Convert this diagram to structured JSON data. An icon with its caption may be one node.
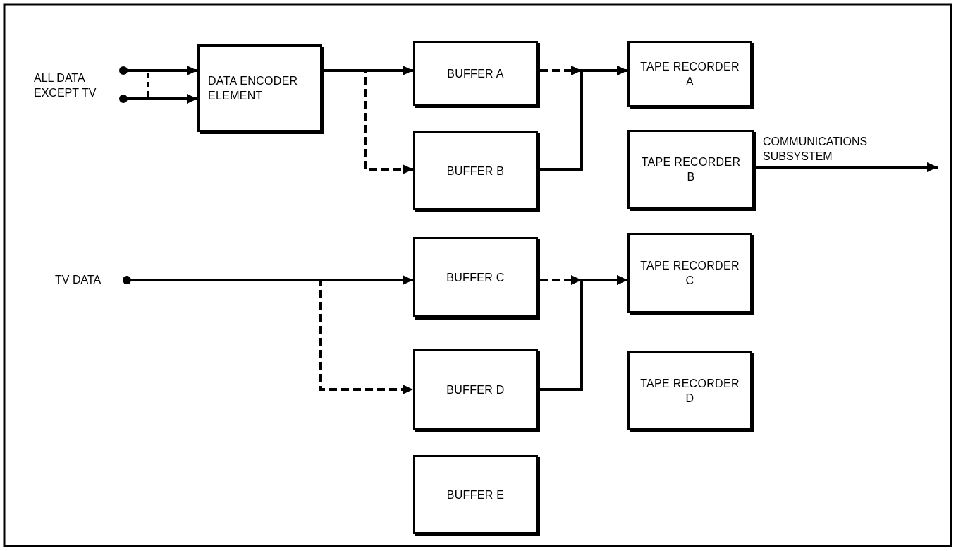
{
  "diagram": {
    "nodes": [
      {
        "text": [],
        "shape": "circle",
        "beside": [
          "ALL DATA EXCEPT TV"
        ]
      },
      {
        "text": [],
        "shape": "circle"
      },
      {
        "text": [
          "DATA ENCODER ELEMENT"
        ]
      },
      {
        "text": [
          "BUFFER A"
        ]
      },
      {
        "text": [
          "BUFFER B"
        ]
      },
      {
        "text": [
          "TAPE RECORDER A"
        ]
      },
      {
        "text": [
          "TAPE RECORDER B"
        ]
      },
      {
        "text": [],
        "shape": "circle",
        "beside": [
          "TV DATA"
        ]
      },
      {
        "text": [
          "BUFFER C"
        ]
      },
      {
        "text": [
          "BUFFER D"
        ]
      },
      {
        "text": [
          "TAPE RECORDER C"
        ]
      },
      {
        "text": [
          "TAPE RECORDER D"
        ]
      },
      {
        "text": [
          "BUFFER E"
        ]
      }
    ],
    "edges": [
      {
        "from": 0,
        "to": 2,
        "arrow": "to"
      },
      {
        "from": 1,
        "to": 2,
        "arrow": "to"
      },
      {
        "from": 2,
        "to": 3,
        "arrow": "to"
      },
      {
        "from": 2,
        "to": 4,
        "arrow": "to",
        "style": "dashed"
      },
      {
        "from": 3,
        "to": 5,
        "arrow": "to",
        "style": "dashed"
      },
      {
        "from": 4,
        "to": 5,
        "arrow": "to"
      },
      {
        "from": 6,
        "to": null,
        "arrow": "to",
        "label": "COMMUNICATIONS SUBSYSTEM"
      },
      {
        "from": 7,
        "to": 8,
        "arrow": "to"
      },
      {
        "from": 7,
        "to": 9,
        "arrow": "to",
        "style": "dashed"
      },
      {
        "from": 8,
        "to": 10,
        "arrow": "to",
        "style": "dashed"
      },
      {
        "from": 9,
        "to": 10,
        "arrow": "to"
      }
    ]
  }
}
